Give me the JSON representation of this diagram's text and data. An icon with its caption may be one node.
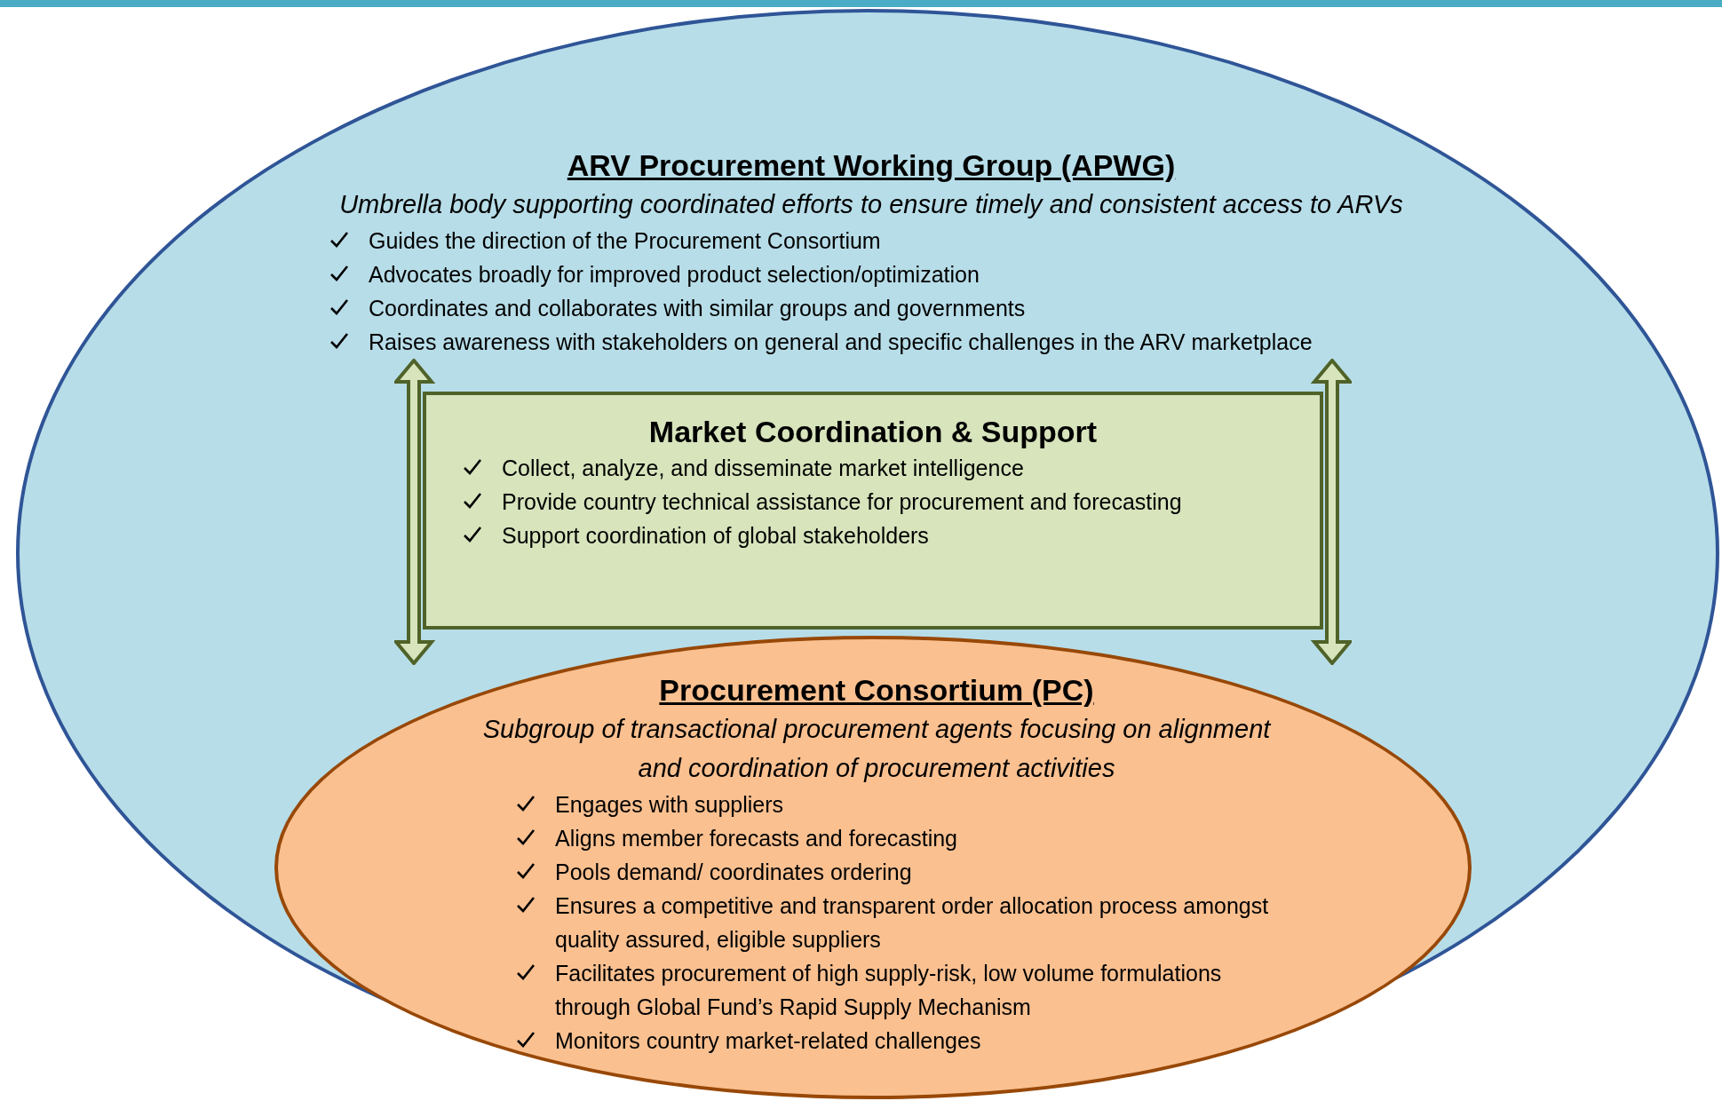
{
  "diagram": {
    "nodes": [
      {
        "text": [
          "ARV Procurement Working Group (APWG)",
          "Umbrella body supporting coordinated efforts to ensure timely and consistent access to ARVs",
          "Guides the direction of the Procurement Consortium",
          "Advocates broadly for improved product selection/optimization",
          "Coordinates and collaborates with similar groups and governments",
          "Raises awareness with stakeholders on general and specific challenges in the ARV marketplace"
        ]
      },
      {
        "text": [
          "Market Coordination & Support",
          "Collect, analyze, and disseminate market intelligence",
          "Provide country technical assistance for procurement and forecasting",
          "Support coordination of global stakeholders"
        ],
        "in": 0
      },
      {
        "text": [
          "Procurement Consortium (PC)",
          "Subgroup of transactional procurement agents focusing on alignment and coordination of procurement activities",
          "Engages with suppliers",
          "Aligns member forecasts and forecasting",
          "Pools demand/ coordinates ordering",
          "Ensures a competitive and transparent order allocation process amongst quality assured, eligible suppliers",
          "Facilitates procurement of high supply-risk, low volume formulations through Global Fund’s Rapid Supply Mechanism",
          "Monitors country market-related challenges"
        ],
        "in": 0
      }
    ]
  }
}
